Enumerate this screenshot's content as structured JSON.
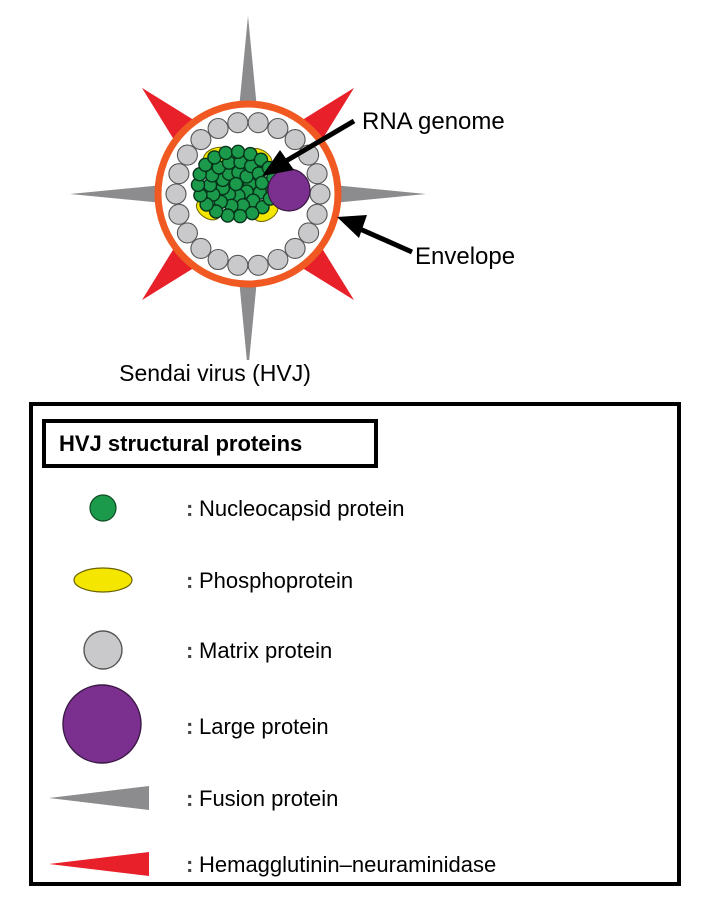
{
  "labels": {
    "rna_genome": "RNA genome",
    "envelope": "Envelope",
    "caption": "Sendai virus (HVJ)"
  },
  "legend": {
    "title": "HVJ structural proteins",
    "items": [
      {
        "name": "nucleocapsid",
        "label": "Nucleocapsid protein"
      },
      {
        "name": "phospho",
        "label": "Phosphoprotein"
      },
      {
        "name": "matrix",
        "label": "Matrix protein"
      },
      {
        "name": "large",
        "label": "Large protein"
      },
      {
        "name": "fusion",
        "label": "Fusion protein"
      },
      {
        "name": "hn",
        "label": "Hemagglutinin–neuraminidase"
      }
    ]
  },
  "colors": {
    "nucleocapsid": "#1a9a4a",
    "phospho": "#f5e600",
    "matrix": "#c9c9cb",
    "large": "#7b2f8f",
    "fusion": "#8c8c8f",
    "hn": "#e8202a",
    "envelope": "#f05a22"
  }
}
